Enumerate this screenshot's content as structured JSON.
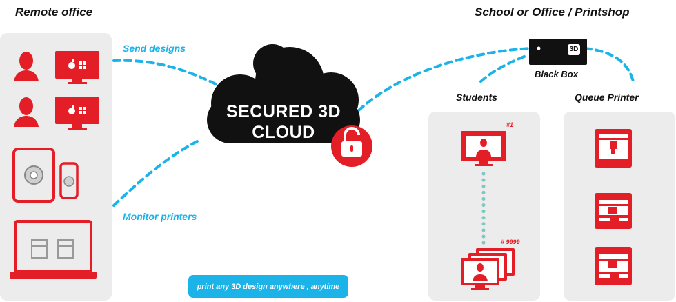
{
  "headings": {
    "remote_office": "Remote office",
    "school_office": "School or Office / Printshop",
    "black_box": "Black Box",
    "students": "Students",
    "queue_printer": "Queue Printer"
  },
  "labels": {
    "send_designs": "Send designs",
    "monitor_printers": "Monitor printers"
  },
  "cloud": {
    "line1": "SECURED 3D",
    "line2": "CLOUD"
  },
  "black_box_badge": "3D",
  "student_ids": {
    "first": "#1",
    "last": "# 9999"
  },
  "tagline": "print any 3D design anywhere , anytime",
  "colors": {
    "accent_red": "#e41e26",
    "cyan": "#1bb3e8",
    "panel_gray": "#ececec",
    "cloud_black": "#111111"
  },
  "icons": [
    "user-icon",
    "monitor-icon",
    "apple-icon",
    "windows-icon",
    "tablet-icon",
    "phone-icon",
    "laptop-icon",
    "printer-icon",
    "lock-icon",
    "black-box-device"
  ]
}
